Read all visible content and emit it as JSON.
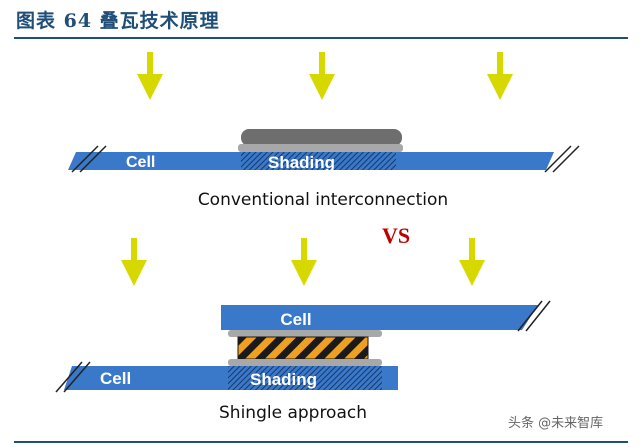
{
  "header": {
    "title": "图表 64   叠瓦技术原理"
  },
  "conventional": {
    "cell_label": "Cell",
    "shading_label": "Shading",
    "caption": "Conventional interconnection"
  },
  "vs_label": "VS",
  "shingle": {
    "cell_top_label": "Cell",
    "cell_bottom_label": "Cell",
    "shading_label": "Shading",
    "caption": "Shingle approach"
  },
  "watermark": "头条 @未来智库",
  "colors": {
    "title": "#1f4e79",
    "arrow": "#d6d800",
    "cell_blue": "#3a78c9",
    "vs_red": "#c00000",
    "connector_gray": "#8c8c8c"
  }
}
